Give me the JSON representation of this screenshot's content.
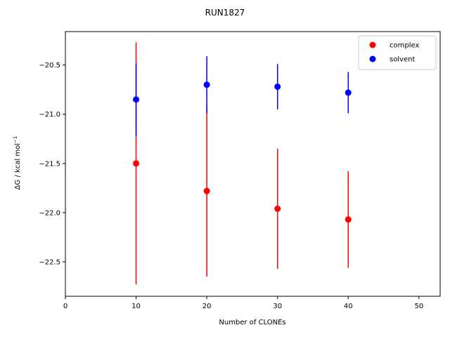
{
  "chart_data": {
    "type": "scatter",
    "title": "RUN1827",
    "xlabel": "Number of CLONEs",
    "ylabel_text": "ΔG / kcal mol",
    "ylabel_sup": "−1",
    "xlim": [
      0,
      53
    ],
    "ylim": [
      -22.85,
      -20.16
    ],
    "xticks": [
      0,
      10,
      20,
      30,
      40,
      50
    ],
    "xtick_labels": [
      "0",
      "10",
      "20",
      "30",
      "40",
      "50"
    ],
    "yticks": [
      -22.5,
      -22.0,
      -21.5,
      -21.0,
      -20.5
    ],
    "ytick_labels": [
      "−22.5",
      "−22.0",
      "−21.5",
      "−21.0",
      "−20.5"
    ],
    "grid": false,
    "legend_position": "upper right",
    "series": [
      {
        "name": "complex",
        "color": "#ff0000",
        "x": [
          10,
          20,
          30,
          40
        ],
        "y": [
          -21.5,
          -21.78,
          -21.96,
          -22.07
        ],
        "err": [
          1.23,
          0.87,
          0.61,
          0.49
        ]
      },
      {
        "name": "solvent",
        "color": "#0000ff",
        "x": [
          10,
          20,
          30,
          40
        ],
        "y": [
          -20.85,
          -20.7,
          -20.72,
          -20.78
        ],
        "err": [
          0.37,
          0.29,
          0.23,
          0.21
        ]
      }
    ]
  }
}
